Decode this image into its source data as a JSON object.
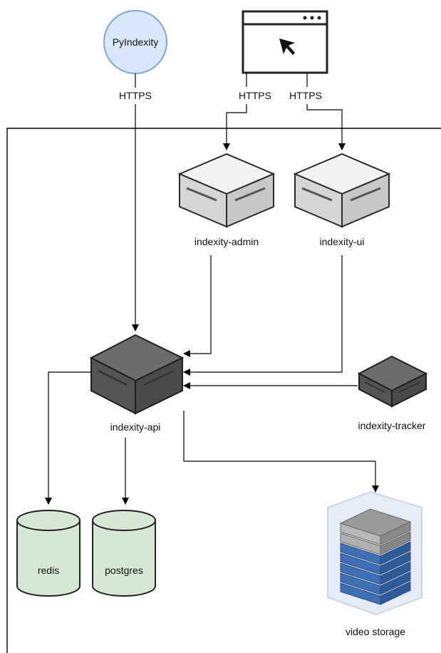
{
  "nodes": {
    "pyindexity": {
      "label": "PyIndexity",
      "color": "#dae8fc",
      "stroke": "#7ea6e0"
    },
    "browser": {
      "icon": "browser-window-cursor-icon"
    },
    "admin": {
      "label": "indexity-admin"
    },
    "ui": {
      "label": "indexity-ui"
    },
    "api": {
      "label": "indexity-api"
    },
    "tracker": {
      "label": "indexity-tracker"
    },
    "redis": {
      "label": "redis",
      "color": "#d5e8d4"
    },
    "postgres": {
      "label": "postgres",
      "color": "#d5e8d4"
    },
    "video_storage": {
      "label": "video storage",
      "icon": "server-rack-icon"
    }
  },
  "edges": {
    "pyindexity_api": {
      "label": "HTTPS"
    },
    "browser_admin": {
      "label": "HTTPS"
    },
    "browser_ui": {
      "label": "HTTPS"
    }
  },
  "colors": {
    "server_light_top": "#f2f2f2",
    "server_light_front": "#d6d6d6",
    "server_dark_top": "#6d6d6d",
    "server_dark_front": "#555555",
    "storage_blue": "#3f6fb5"
  }
}
